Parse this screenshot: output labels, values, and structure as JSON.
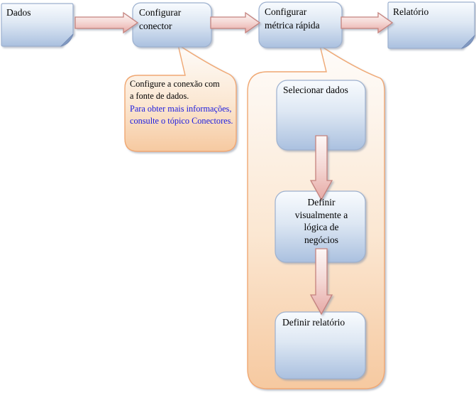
{
  "flow": {
    "dados": "Dados",
    "conector": "Configurar conector",
    "metrica": "Configurar métrica rápida",
    "relatorio": "Relatório"
  },
  "callout": {
    "lines": [
      "Configure a conexão com",
      "a fonte de dados.",
      "Para obter mais informações,",
      "consulte o tópico Conectores."
    ]
  },
  "quick_metric_steps": {
    "step1": "Selecionar dados",
    "step2": "Definir visualmente a lógica de negócios",
    "step3": "Definir relatório"
  },
  "colors": {
    "shape_blue_top": "#f8fbfe",
    "shape_blue_bottom": "#aac0df",
    "shape_blue_border": "#9db1cf",
    "shape_blue_fold": "#7089b5",
    "arrow_pink_top": "#fdf7f6",
    "arrow_pink_bottom": "#e6a9a5",
    "arrow_pink_border": "#c5827d",
    "callout_orange_top": "#fefcfa",
    "callout_orange_bottom": "#f6c9a0",
    "callout_orange_border": "#f0a873",
    "link_blue": "#1c1ce0"
  }
}
